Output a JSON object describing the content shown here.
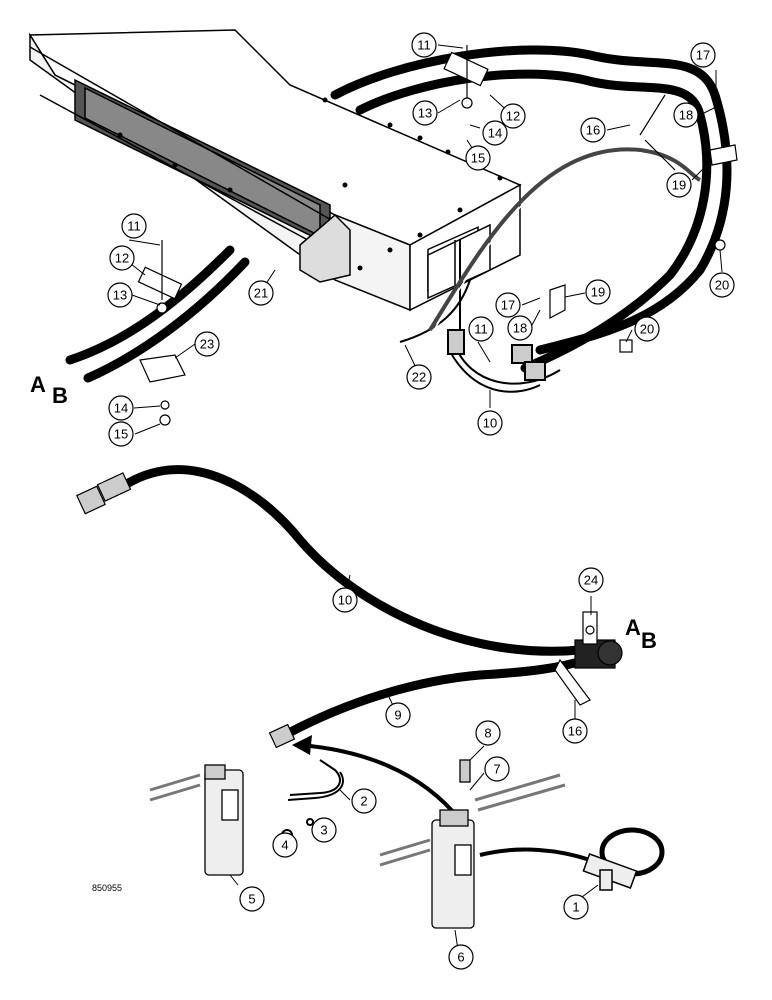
{
  "figure_id": "850955",
  "letters": [
    "A",
    "B"
  ],
  "callouts": [
    {
      "id": "c11a",
      "label": "11"
    },
    {
      "id": "c12a",
      "label": "12"
    },
    {
      "id": "c13a",
      "label": "13"
    },
    {
      "id": "c14a",
      "label": "14"
    },
    {
      "id": "c15a",
      "label": "15"
    },
    {
      "id": "c16a",
      "label": "16"
    },
    {
      "id": "c17a",
      "label": "17"
    },
    {
      "id": "c18a",
      "label": "18"
    },
    {
      "id": "c19a",
      "label": "19"
    },
    {
      "id": "c20a",
      "label": "20"
    },
    {
      "id": "c11b",
      "label": "11"
    },
    {
      "id": "c12b",
      "label": "12"
    },
    {
      "id": "c13b",
      "label": "13"
    },
    {
      "id": "c21",
      "label": "21"
    },
    {
      "id": "c23",
      "label": "23"
    },
    {
      "id": "c14b",
      "label": "14"
    },
    {
      "id": "c15b",
      "label": "15"
    },
    {
      "id": "c17b",
      "label": "17"
    },
    {
      "id": "c18b",
      "label": "18"
    },
    {
      "id": "c19b",
      "label": "19"
    },
    {
      "id": "c20b",
      "label": "20"
    },
    {
      "id": "c11c",
      "label": "11"
    },
    {
      "id": "c22",
      "label": "22"
    },
    {
      "id": "c10a",
      "label": "10"
    },
    {
      "id": "c10b",
      "label": "10"
    },
    {
      "id": "c24",
      "label": "24"
    },
    {
      "id": "c9",
      "label": "9"
    },
    {
      "id": "c16b",
      "label": "16"
    },
    {
      "id": "c8",
      "label": "8"
    },
    {
      "id": "c7",
      "label": "7"
    },
    {
      "id": "c2",
      "label": "2"
    },
    {
      "id": "c3",
      "label": "3"
    },
    {
      "id": "c4",
      "label": "4"
    },
    {
      "id": "c5",
      "label": "5"
    },
    {
      "id": "c6",
      "label": "6"
    },
    {
      "id": "c1",
      "label": "1"
    }
  ]
}
